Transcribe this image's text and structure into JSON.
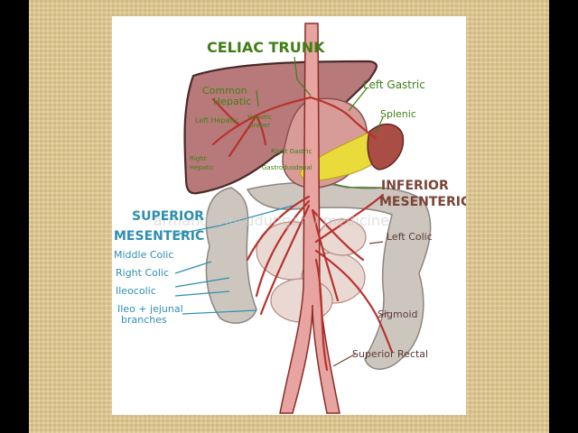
{
  "labels": {
    "celiac_trunk": "CELIAC TRUNK",
    "common_hepatic_1": "Common",
    "common_hepatic_2": "Hepatic",
    "left_gastric": "Left Gastric",
    "splenic": "Splenic",
    "left_hepatic": "Left Hepatic",
    "hepatic_proper_1": "Hepatic",
    "hepatic_proper_2": "proper",
    "right_gastric": "Right Gastric",
    "right_hepatic_1": "Right",
    "right_hepatic_2": "Hepatic",
    "gastroduodenal": "Gastroduodenal",
    "inferior_mesenteric_1": "INFERIOR",
    "inferior_mesenteric_2": "MESENTERIC",
    "superior_mesenteric_1": "SUPERIOR",
    "superior_mesenteric_2": "MESENTERIC",
    "left_colic": "Left Colic",
    "middle_colic": "Middle Colic",
    "right_colic": "Right Colic",
    "ileocolic": "Ileocolic",
    "ileo_jejunal_1": "Ileo + jejunal",
    "ileo_jejunal_2": "branches",
    "sigmoid": "Sigmoid",
    "superior_rectal": "Superior Rectal"
  },
  "watermark": "armandoHasudungan / medicine.com",
  "colors": {
    "celiac_label": "#3f7f16",
    "mesenteric_label": "#2e8fb0",
    "inferior_label": "#7a4436",
    "artery": "#b8322c",
    "liver": "#b8797a",
    "spleen": "#a94d45",
    "pancreas": "#ebdb3a",
    "colon": "#c8c0b8",
    "frame": "#e2c98f"
  }
}
